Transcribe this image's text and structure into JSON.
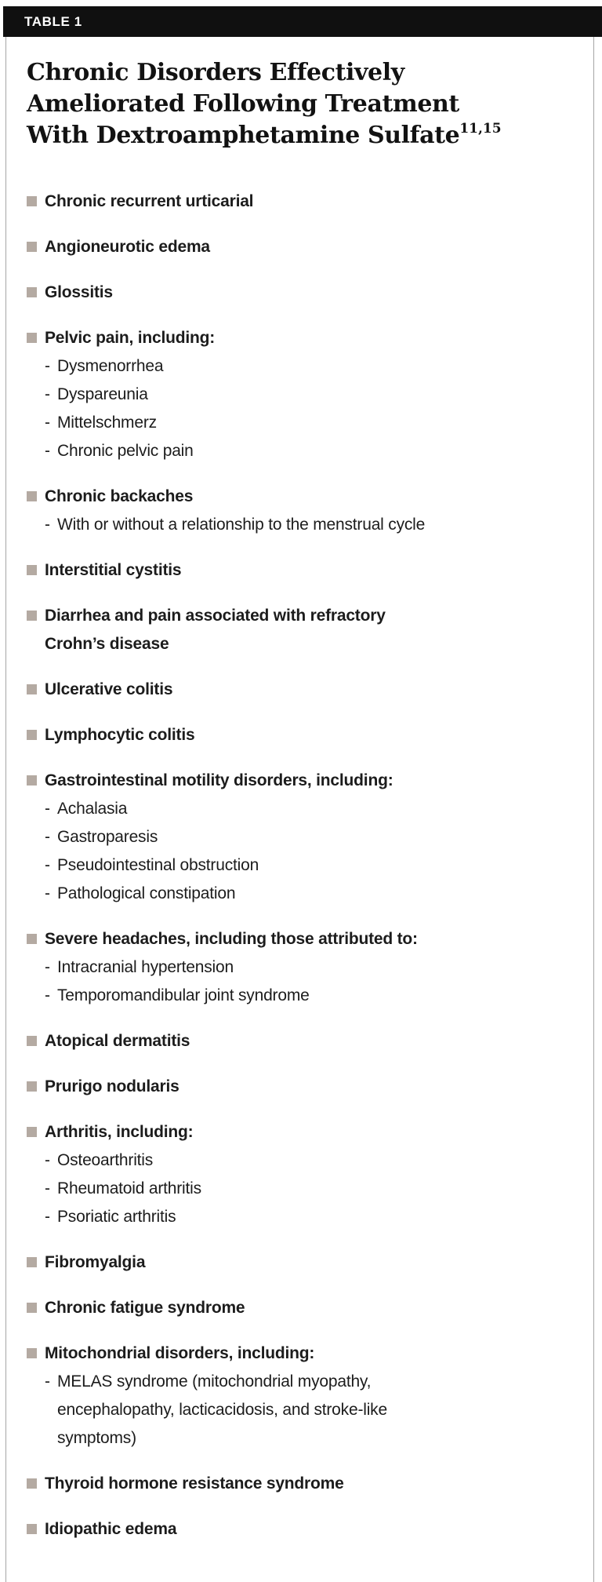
{
  "table_label": "TABLE 1",
  "title": {
    "text": "Chronic Disorders Effectively\nAmeliorated Following Treatment\nWith Dextroamphetamine Sulfate",
    "superscript": "11,15"
  },
  "sub_prefix": "-",
  "colors": {
    "header_bg": "#101010",
    "header_text": "#ffffff",
    "bullet": "#b4aaa2",
    "border": "#a6a6a6",
    "text": "#1c1c1c"
  },
  "items": [
    {
      "label": "Chronic recurrent urticarial",
      "sub": []
    },
    {
      "label": "Angioneurotic edema",
      "sub": []
    },
    {
      "label": "Glossitis",
      "sub": []
    },
    {
      "label": "Pelvic pain, including:",
      "sub": [
        "Dysmenorrhea",
        "Dyspareunia",
        "Mittelschmerz",
        "Chronic pelvic pain"
      ]
    },
    {
      "label": "Chronic backaches",
      "sub": [
        "With or without a relationship to the menstrual cycle"
      ]
    },
    {
      "label": "Interstitial cystitis",
      "sub": []
    },
    {
      "label": "Diarrhea and pain associated with refractory\nCrohn’s disease",
      "sub": []
    },
    {
      "label": "Ulcerative colitis",
      "sub": []
    },
    {
      "label": "Lymphocytic colitis",
      "sub": []
    },
    {
      "label": "Gastrointestinal motility disorders, including:",
      "sub": [
        "Achalasia",
        "Gastroparesis",
        "Pseudointestinal obstruction",
        "Pathological constipation"
      ]
    },
    {
      "label": "Severe headaches, including those attributed to:",
      "sub": [
        "Intracranial hypertension",
        "Temporomandibular joint syndrome"
      ]
    },
    {
      "label": "Atopical dermatitis",
      "sub": []
    },
    {
      "label": "Prurigo nodularis",
      "sub": []
    },
    {
      "label": "Arthritis, including:",
      "sub": [
        "Osteoarthritis",
        "Rheumatoid arthritis",
        "Psoriatic arthritis"
      ]
    },
    {
      "label": "Fibromyalgia",
      "sub": []
    },
    {
      "label": "Chronic fatigue syndrome",
      "sub": []
    },
    {
      "label": "Mitochondrial disorders, including:",
      "sub": [
        "MELAS syndrome (mitochondrial myopathy,\nencephalopathy, lacticacidosis, and stroke-like\nsymptoms)"
      ]
    },
    {
      "label": "Thyroid hormone resistance syndrome",
      "sub": []
    },
    {
      "label": "Idiopathic edema",
      "sub": []
    }
  ]
}
